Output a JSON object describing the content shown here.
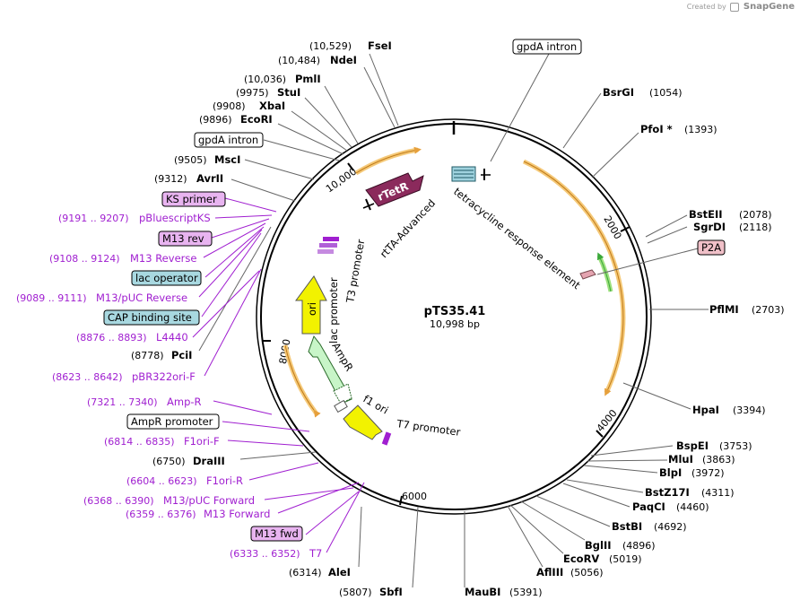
{
  "brand": {
    "prefix": "Created by",
    "name": "SnapGene"
  },
  "plasmid": {
    "name": "pTS35.41",
    "length": "10,998 bp"
  },
  "ticks": [
    "2000",
    "4000",
    "6000",
    "8000",
    "10,000"
  ],
  "colors": {
    "primer": "#a01fd0",
    "feature_box_purple": "#e8b4f0",
    "feature_box_teal": "#a8d8e0",
    "feature_box_pink": "#f0c0c8",
    "gene_orange": "#f5b94a",
    "ori_yellow": "#f2f200",
    "ampr_green": "#c8f5c8",
    "rtetr_purple": "#8b2a5c"
  },
  "enzymes": [
    {
      "name": "FseI",
      "pos": "(10,529)"
    },
    {
      "name": "NdeI",
      "pos": "(10,484)"
    },
    {
      "name": "PmlI",
      "pos": "(10,036)"
    },
    {
      "name": "StuI",
      "pos": "(9975)"
    },
    {
      "name": "XbaI",
      "pos": "(9908)"
    },
    {
      "name": "EcoRI",
      "pos": "(9896)"
    },
    {
      "name": "MscI",
      "pos": "(9505)"
    },
    {
      "name": "AvrII",
      "pos": "(9312)"
    },
    {
      "name": "PciI",
      "pos": "(8778)"
    },
    {
      "name": "DraIII",
      "pos": "(6750)"
    },
    {
      "name": "AleI",
      "pos": "(6314)"
    },
    {
      "name": "SbfI",
      "pos": "(5807)"
    },
    {
      "name": "MauBI",
      "pos": "(5391)"
    },
    {
      "name": "AflIII",
      "pos": "(5056)"
    },
    {
      "name": "EcoRV",
      "pos": "(5019)"
    },
    {
      "name": "BglII",
      "pos": "(4896)"
    },
    {
      "name": "BstBI",
      "pos": "(4692)"
    },
    {
      "name": "PaqCI",
      "pos": "(4460)"
    },
    {
      "name": "BstZ17I",
      "pos": "(4311)"
    },
    {
      "name": "BlpI",
      "pos": "(3972)"
    },
    {
      "name": "MluI",
      "pos": "(3863)"
    },
    {
      "name": "BspEI",
      "pos": "(3753)"
    },
    {
      "name": "HpaI",
      "pos": "(3394)"
    },
    {
      "name": "PflMI",
      "pos": "(2703)"
    },
    {
      "name": "SgrDI",
      "pos": "(2118)"
    },
    {
      "name": "BstEII",
      "pos": "(2078)"
    },
    {
      "name": "PfoI *",
      "pos": "(1393)"
    },
    {
      "name": "BsrGI",
      "pos": "(1054)"
    }
  ],
  "primers": [
    {
      "name": "pBluescriptKS",
      "pos": "(9191 .. 9207)"
    },
    {
      "name": "M13 Reverse",
      "pos": "(9108 .. 9124)"
    },
    {
      "name": "M13/pUC Reverse",
      "pos": "(9089 .. 9111)"
    },
    {
      "name": "L4440",
      "pos": "(8876 .. 8893)"
    },
    {
      "name": "pBR322ori-F",
      "pos": "(8623 .. 8642)"
    },
    {
      "name": "Amp-R",
      "pos": "(7321 .. 7340)"
    },
    {
      "name": "F1ori-F",
      "pos": "(6814 .. 6835)"
    },
    {
      "name": "F1ori-R",
      "pos": "(6604 .. 6623)"
    },
    {
      "name": "M13/pUC Forward",
      "pos": "(6368 .. 6390)"
    },
    {
      "name": "M13 Forward",
      "pos": "(6359 .. 6376)"
    },
    {
      "name": "T7",
      "pos": "(6333 .. 6352)"
    }
  ],
  "boxed_features": {
    "gpda_top": "gpdA intron",
    "gpda_left": "gpdA intron",
    "ks_primer": "KS primer",
    "m13_rev": "M13 rev",
    "lac_operator": "lac operator",
    "cap_site": "CAP binding site",
    "ampr_promoter": "AmpR promoter",
    "m13_fwd": "M13 fwd",
    "p2a": "P2A"
  },
  "inner_features": {
    "rtetr": "rTetR",
    "rtta": "rtTA-Advanced",
    "tre": "tetracycline response element",
    "lac_promoter": "lac promoter",
    "t3_promoter": "T3 promoter",
    "ori": "ori",
    "ampr": "AmpR",
    "f1_ori": "f1 ori",
    "t7_promoter": "T7 promoter"
  }
}
